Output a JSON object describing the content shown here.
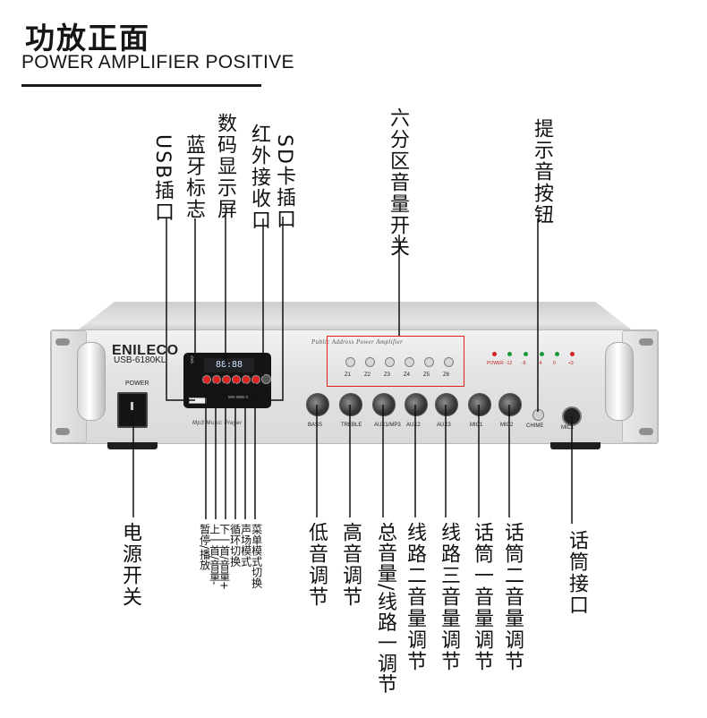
{
  "header": {
    "title_cn": "功放正面",
    "title_en": "POWER AMPLIFIER POSITIVE"
  },
  "amp": {
    "brand": "ENILECO",
    "model": "USB-6180KL",
    "power_label": "POWER",
    "mp3_label": "Mp3 Music Player",
    "pa_label": "Public Address Power Amplifier",
    "display_text": "88:88",
    "zones": [
      "Z1",
      "Z2",
      "Z3",
      "Z4",
      "Z5",
      "Z6"
    ],
    "leds": [
      {
        "label": "POWER",
        "color": "#d32020"
      },
      {
        "label": "-12",
        "color": "#1c9a3a"
      },
      {
        "label": "-8",
        "color": "#1c9a3a"
      },
      {
        "label": "-4",
        "color": "#1c9a3a"
      },
      {
        "label": "0",
        "color": "#1c9a3a"
      },
      {
        "label": "+3",
        "color": "#d32020"
      }
    ],
    "knobs": [
      "BASS",
      "TREBLE",
      "AUX1/MP3",
      "AUX2",
      "AUX3",
      "MIC1",
      "MIC2"
    ],
    "chime_label": "CHIME",
    "mic_label": "MIC1"
  },
  "labels_top": {
    "usb": "USB插口",
    "bluetooth": "蓝牙标志",
    "display": "数码显示屏",
    "ir": "红外接收口",
    "sd": "SD卡插口",
    "zones": "六分区音量开关",
    "chime": "提示音按钮"
  },
  "labels_bottom": {
    "power": "电源开关",
    "pause": "暂停/播放",
    "prev": "上一首/音量-",
    "next": "下一首/音量+",
    "loop": "循环切换",
    "sound": "声场模式",
    "menu": "菜单模式切换",
    "bass": "低音调节",
    "treble": "高音调节",
    "master": "总音量/线路一调节",
    "line2": "线路二音量调节",
    "line3": "线路三音量调节",
    "mic1": "话筒一音量调节",
    "mic2": "话筒二音量调节",
    "mic_jack": "话筒接口"
  },
  "colors": {
    "accent_red": "#e0201a",
    "text_dark": "#111111"
  }
}
